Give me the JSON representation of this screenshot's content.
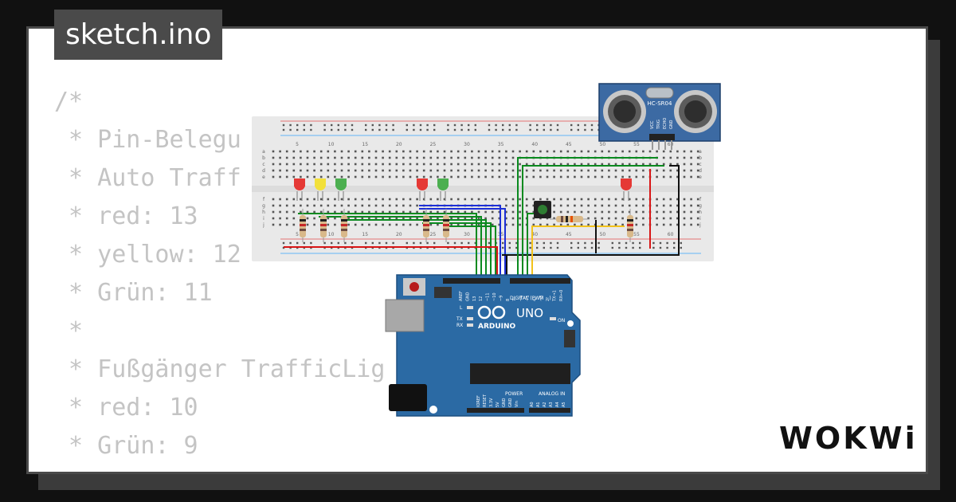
{
  "sketch": {
    "filename": "sketch.ino"
  },
  "code_lines": [
    "/*",
    " * Pin-Belegu",
    " * Auto Traff",
    " * red: 13",
    " * yellow: 12",
    " * Grün: 11",
    " *",
    " * Fußgänger TrafficLig",
    " * red: 10",
    " * Grün: 9",
    " *"
  ],
  "breadboard": {
    "column_numbers": [
      "5",
      "10",
      "15",
      "20",
      "25",
      "30",
      "35",
      "40",
      "45",
      "50",
      "55",
      "60"
    ],
    "row_letters_top": [
      "a",
      "b",
      "c",
      "d",
      "e"
    ],
    "row_letters_bottom": [
      "f",
      "g",
      "h",
      "i",
      "j"
    ]
  },
  "sensor": {
    "label": "HC-SR04",
    "pins": [
      "VCC",
      "TRIG",
      "ECHO",
      "GND"
    ]
  },
  "arduino": {
    "brand": "ARDUINO",
    "model": "UNO",
    "digital_label": "DIGITAL (PWM ~)",
    "on_label": "ON",
    "tx_label": "TX",
    "rx_label": "RX",
    "l_label": "L",
    "power_label": "POWER",
    "analog_label": "ANALOG IN",
    "power_pins": [
      "IOREF",
      "RESET",
      "3.3V",
      "5V",
      "GND",
      "GND",
      "Vin"
    ],
    "analog_pins": [
      "A0",
      "A1",
      "A2",
      "A3",
      "A4",
      "A5"
    ],
    "digital_pins": [
      "AREF",
      "GND",
      "13",
      "12",
      "~11",
      "~10",
      "~9",
      "8",
      "7",
      "~6",
      "~5",
      "4",
      "~3",
      "2",
      "TX→1",
      "RX←0"
    ]
  },
  "brand_logo": "WOKWi",
  "colors": {
    "led_red": "#e53935",
    "led_yellow": "#f2e03a",
    "led_green": "#4caf50",
    "arduino_blue": "#2b6aa4",
    "sensor_blue": "#3c6aa3",
    "wire_green": "#0a8a1f",
    "wire_blue": "#1d2fd6",
    "wire_red": "#d81515",
    "wire_yellow": "#f2c21b",
    "wire_black": "#111111"
  }
}
